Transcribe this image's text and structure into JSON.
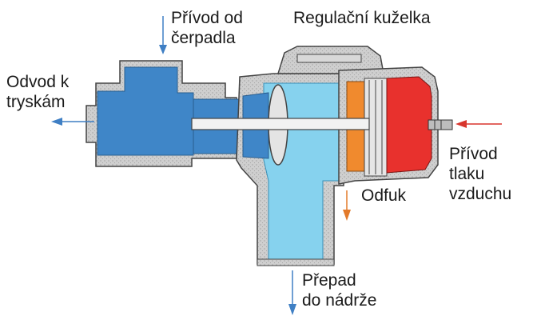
{
  "labels": {
    "pump_inlet": [
      "Přívod od",
      "čerpadla"
    ],
    "nozzle_outlet": [
      "Odvod k",
      "tryskám"
    ],
    "control_cone": "Regulační kuželka",
    "air_inlet": [
      "Přívod",
      "tlaku",
      "vzduchu"
    ],
    "exhaust": "Odfuk",
    "overflow": [
      "Přepad",
      "do nádrže"
    ]
  },
  "colors": {
    "water_dark": "#3f86c8",
    "water_light": "#86d2ee",
    "air_chamber": "#e8312d",
    "orange_seal": "#f08a2e",
    "metal": "#c9c9c9",
    "arrow_blue": "#3f7fc4",
    "arrow_orange": "#e37a2a",
    "arrow_red": "#d8352d"
  }
}
